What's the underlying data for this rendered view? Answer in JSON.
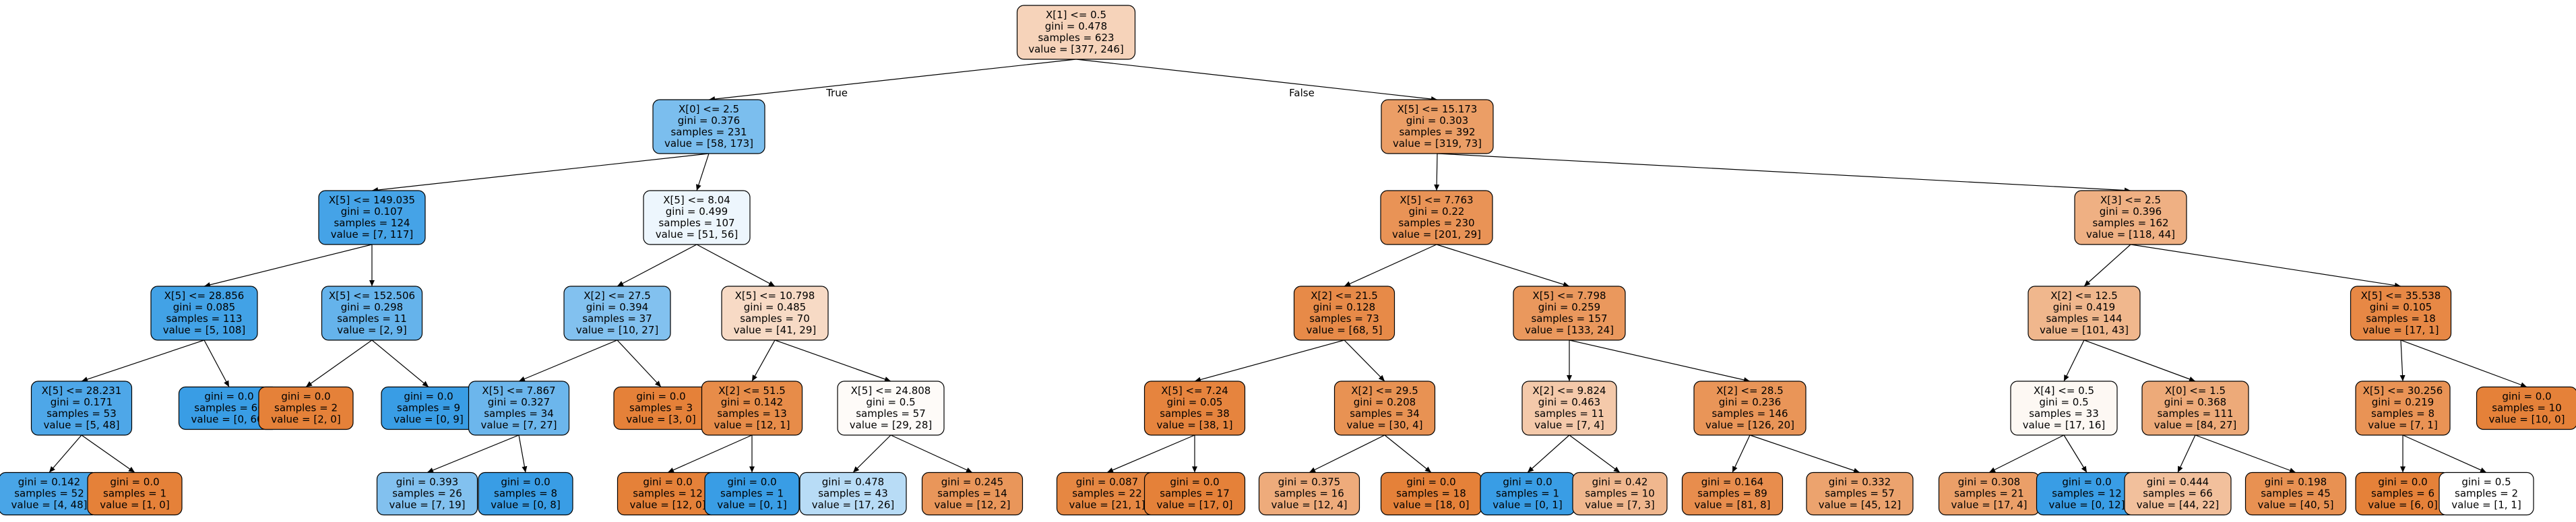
{
  "tree": {
    "edge_labels": {
      "left": "True",
      "right": "False"
    },
    "nodes": [
      {
        "id": "n0",
        "lines": [
          "X[1] <= 0.5",
          "gini = 0.478",
          "samples = 623",
          "value = [377, 246]"
        ],
        "fill": "#f6d3ba"
      },
      {
        "id": "n1",
        "parent": "n0",
        "lines": [
          "X[0] <= 2.5",
          "gini = 0.376",
          "samples = 231",
          "value = [58, 173]"
        ],
        "fill": "#7bbeee"
      },
      {
        "id": "n2",
        "parent": "n0",
        "lines": [
          "X[5] <= 15.173",
          "gini = 0.303",
          "samples = 392",
          "value = [319, 73]"
        ],
        "fill": "#eb9e66"
      },
      {
        "id": "n3",
        "parent": "n1",
        "lines": [
          "X[5] <= 149.035",
          "gini = 0.107",
          "samples = 124",
          "value = [7, 117]"
        ],
        "fill": "#45a3e7"
      },
      {
        "id": "n4",
        "parent": "n1",
        "lines": [
          "X[5] <= 8.04",
          "gini = 0.499",
          "samples = 107",
          "value = [51, 56]"
        ],
        "fill": "#edf6fd"
      },
      {
        "id": "n5",
        "parent": "n2",
        "lines": [
          "X[5] <= 7.763",
          "gini = 0.22",
          "samples = 230",
          "value = [201, 29]"
        ],
        "fill": "#e99356"
      },
      {
        "id": "n6",
        "parent": "n2",
        "lines": [
          "X[3] <= 2.5",
          "gini = 0.396",
          "samples = 162",
          "value = [118, 44]"
        ],
        "fill": "#efb083"
      },
      {
        "id": "n7",
        "parent": "n3",
        "lines": [
          "X[5] <= 28.856",
          "gini = 0.085",
          "samples = 113",
          "value = [5, 108]"
        ],
        "fill": "#42a2e6"
      },
      {
        "id": "n8",
        "parent": "n3",
        "lines": [
          "X[5] <= 152.506",
          "gini = 0.298",
          "samples = 11",
          "value = [2, 9]"
        ],
        "fill": "#65b3eb"
      },
      {
        "id": "n9",
        "parent": "n4",
        "lines": [
          "X[2] <= 27.5",
          "gini = 0.394",
          "samples = 37",
          "value = [10, 27]"
        ],
        "fill": "#82c1ef"
      },
      {
        "id": "n10",
        "parent": "n4",
        "lines": [
          "X[5] <= 10.798",
          "gini = 0.485",
          "samples = 70",
          "value = [41, 29]"
        ],
        "fill": "#f7dac5"
      },
      {
        "id": "n11",
        "parent": "n5",
        "lines": [
          "X[2] <= 21.5",
          "gini = 0.128",
          "samples = 73",
          "value = [68, 5]"
        ],
        "fill": "#e78a48"
      },
      {
        "id": "n12",
        "parent": "n5",
        "lines": [
          "X[5] <= 7.798",
          "gini = 0.259",
          "samples = 157",
          "value = [133, 24]"
        ],
        "fill": "#ea985d"
      },
      {
        "id": "n13",
        "parent": "n6",
        "lines": [
          "X[2] <= 12.5",
          "gini = 0.419",
          "samples = 144",
          "value = [101, 43]"
        ],
        "fill": "#f0b78d"
      },
      {
        "id": "n14",
        "parent": "n6",
        "lines": [
          "X[5] <= 35.538",
          "gini = 0.105",
          "samples = 18",
          "value = [17, 1]"
        ],
        "fill": "#e78845"
      },
      {
        "id": "n15",
        "parent": "n7",
        "lines": [
          "X[5] <= 28.231",
          "gini = 0.171",
          "samples = 53",
          "value = [5, 48]"
        ],
        "fill": "#4ea7e8"
      },
      {
        "id": "n16",
        "parent": "n7",
        "lines": [
          "gini = 0.0",
          "samples = 60",
          "value = [0, 60]"
        ],
        "fill": "#399de5"
      },
      {
        "id": "n17",
        "parent": "n8",
        "lines": [
          "gini = 0.0",
          "samples = 2",
          "value = [2, 0]"
        ],
        "fill": "#e58139"
      },
      {
        "id": "n18",
        "parent": "n8",
        "lines": [
          "gini = 0.0",
          "samples = 9",
          "value = [0, 9]"
        ],
        "fill": "#399de5"
      },
      {
        "id": "n19",
        "parent": "n9",
        "lines": [
          "X[5] <= 7.867",
          "gini = 0.327",
          "samples = 34",
          "value = [7, 27]"
        ],
        "fill": "#6cb6ec"
      },
      {
        "id": "n20",
        "parent": "n9",
        "lines": [
          "gini = 0.0",
          "samples = 3",
          "value = [3, 0]"
        ],
        "fill": "#e58139"
      },
      {
        "id": "n21",
        "parent": "n10",
        "lines": [
          "X[2] <= 51.5",
          "gini = 0.142",
          "samples = 13",
          "value = [12, 1]"
        ],
        "fill": "#e78c49"
      },
      {
        "id": "n22",
        "parent": "n10",
        "lines": [
          "X[5] <= 24.808",
          "gini = 0.5",
          "samples = 57",
          "value = [29, 28]"
        ],
        "fill": "#fefbf8"
      },
      {
        "id": "n23",
        "parent": "n11",
        "lines": [
          "X[5] <= 7.24",
          "gini = 0.05",
          "samples = 38",
          "value = [38, 1]"
        ],
        "fill": "#e6843e"
      },
      {
        "id": "n24",
        "parent": "n11",
        "lines": [
          "X[2] <= 29.5",
          "gini = 0.208",
          "samples = 34",
          "value = [30, 4]"
        ],
        "fill": "#e89253"
      },
      {
        "id": "n25",
        "parent": "n12",
        "lines": [
          "X[2] <= 9.824",
          "gini = 0.463",
          "samples = 11",
          "value = [7, 4]"
        ],
        "fill": "#f4c9aa"
      },
      {
        "id": "n26",
        "parent": "n12",
        "lines": [
          "X[2] <= 28.5",
          "gini = 0.236",
          "samples = 146",
          "value = [126, 20]"
        ],
        "fill": "#e99558"
      },
      {
        "id": "n27",
        "parent": "n13",
        "lines": [
          "X[4] <= 0.5",
          "gini = 0.5",
          "samples = 33",
          "value = [17, 16]"
        ],
        "fill": "#fdf8f3"
      },
      {
        "id": "n28",
        "parent": "n13",
        "lines": [
          "X[0] <= 1.5",
          "gini = 0.368",
          "samples = 111",
          "value = [84, 27]"
        ],
        "fill": "#edaa79"
      },
      {
        "id": "n29",
        "parent": "n14",
        "lines": [
          "X[5] <= 30.256",
          "gini = 0.219",
          "samples = 8",
          "value = [7, 1]"
        ],
        "fill": "#e99355"
      },
      {
        "id": "n30",
        "parent": "n14",
        "lines": [
          "gini = 0.0",
          "samples = 10",
          "value = [10, 0]"
        ],
        "fill": "#e58139"
      },
      {
        "id": "n31",
        "parent": "n15",
        "lines": [
          "gini = 0.142",
          "samples = 52",
          "value = [4, 48]"
        ],
        "fill": "#49a5e7"
      },
      {
        "id": "n32",
        "parent": "n15",
        "lines": [
          "gini = 0.0",
          "samples = 1",
          "value = [1, 0]"
        ],
        "fill": "#e58139"
      },
      {
        "id": "n33",
        "parent": "n19",
        "lines": [
          "gini = 0.393",
          "samples = 26",
          "value = [7, 19]"
        ],
        "fill": "#82c1ef"
      },
      {
        "id": "n34",
        "parent": "n19",
        "lines": [
          "gini = 0.0",
          "samples = 8",
          "value = [0, 8]"
        ],
        "fill": "#399de5"
      },
      {
        "id": "n35",
        "parent": "n21",
        "lines": [
          "gini = 0.0",
          "samples = 12",
          "value = [12, 0]"
        ],
        "fill": "#e58139"
      },
      {
        "id": "n36",
        "parent": "n21",
        "lines": [
          "gini = 0.0",
          "samples = 1",
          "value = [0, 1]"
        ],
        "fill": "#399de5"
      },
      {
        "id": "n37",
        "parent": "n22",
        "lines": [
          "gini = 0.478",
          "samples = 43",
          "value = [17, 26]"
        ],
        "fill": "#bad d f6"
      },
      {
        "id": "n38",
        "parent": "n22",
        "lines": [
          "gini = 0.245",
          "samples = 14",
          "value = [12, 2]"
        ],
        "fill": "#e9965a"
      },
      {
        "id": "n39",
        "parent": "n23",
        "lines": [
          "gini = 0.087",
          "samples = 22",
          "value = [21, 1]"
        ],
        "fill": "#e68742"
      },
      {
        "id": "n40",
        "parent": "n23",
        "lines": [
          "gini = 0.0",
          "samples = 17",
          "value = [17, 0]"
        ],
        "fill": "#e58139"
      },
      {
        "id": "n41",
        "parent": "n24",
        "lines": [
          "gini = 0.375",
          "samples = 16",
          "value = [12, 4]"
        ],
        "fill": "#eeab7b"
      },
      {
        "id": "n42",
        "parent": "n24",
        "lines": [
          "gini = 0.0",
          "samples = 18",
          "value = [18, 0]"
        ],
        "fill": "#e58139"
      },
      {
        "id": "n43",
        "parent": "n25",
        "lines": [
          "gini = 0.0",
          "samples = 1",
          "value = [0, 1]"
        ],
        "fill": "#399de5"
      },
      {
        "id": "n44",
        "parent": "n25",
        "lines": [
          "gini = 0.42",
          "samples = 10",
          "value = [7, 3]"
        ],
        "fill": "#f0b78e"
      },
      {
        "id": "n45",
        "parent": "n26",
        "lines": [
          "gini = 0.164",
          "samples = 89",
          "value = [81, 8]"
        ],
        "fill": "#e88d4d"
      },
      {
        "id": "n46",
        "parent": "n26",
        "lines": [
          "gini = 0.332",
          "samples = 57",
          "value = [45, 12]"
        ],
        "fill": "#eca36e"
      },
      {
        "id": "n47",
        "parent": "n27",
        "lines": [
          "gini = 0.308",
          "samples = 21",
          "value = [17, 4]"
        ],
        "fill": "#eb9f68"
      },
      {
        "id": "n48",
        "parent": "n27",
        "lines": [
          "gini = 0.0",
          "samples = 12",
          "value = [0, 12]"
        ],
        "fill": "#399de5"
      },
      {
        "id": "n49",
        "parent": "n28",
        "lines": [
          "gini = 0.444",
          "samples = 66",
          "value = [44, 22]"
        ],
        "fill": "#f2c09c"
      },
      {
        "id": "n50",
        "parent": "n28",
        "lines": [
          "gini = 0.198",
          "samples = 45",
          "value = [40, 5]"
        ],
        "fill": "#e89152"
      },
      {
        "id": "n51",
        "parent": "n29",
        "lines": [
          "gini = 0.0",
          "samples = 6",
          "value = [6, 0]"
        ],
        "fill": "#e58139"
      },
      {
        "id": "n52",
        "parent": "n29",
        "lines": [
          "gini = 0.5",
          "samples = 2",
          "value = [1, 1]"
        ],
        "fill": "#ffffff"
      }
    ]
  }
}
